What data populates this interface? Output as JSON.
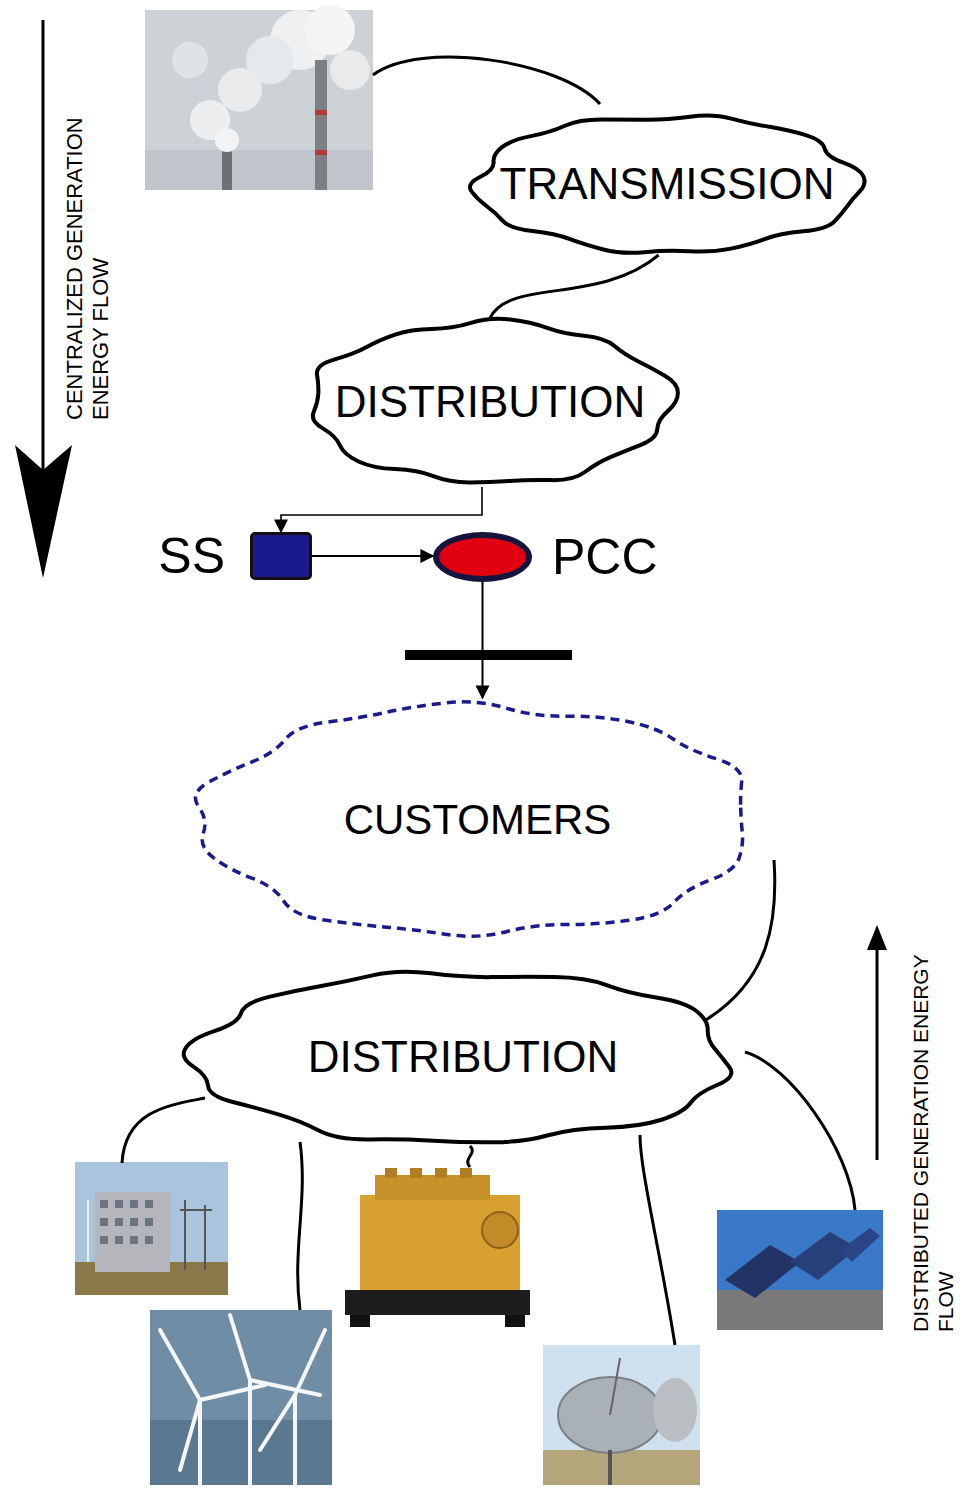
{
  "diagram": {
    "nodes": [
      {
        "text": [
          "TRANSMISSION"
        ]
      },
      {
        "text": [
          "DISTRIBUTION"
        ]
      },
      {
        "text": [
          "SS"
        ]
      },
      {
        "text": [
          "PCC"
        ]
      },
      {
        "text": [
          "CUSTOMERS"
        ]
      },
      {
        "text": [
          "DISTRIBUTION"
        ]
      }
    ],
    "edges": [
      {
        "from": 0,
        "to": 1,
        "arrow": "none"
      },
      {
        "from": 1,
        "to": 2,
        "arrow": "to"
      },
      {
        "from": 2,
        "to": 3,
        "arrow": "to"
      },
      {
        "from": 3,
        "to": 4,
        "arrow": "to"
      },
      {
        "from": 4,
        "to": 5,
        "arrow": "none"
      }
    ],
    "labels": [
      "CENTRALIZED GENERATION ENERGY FLOW",
      "DISTRIBUTED GENERATION ENERGY FLOW"
    ]
  }
}
